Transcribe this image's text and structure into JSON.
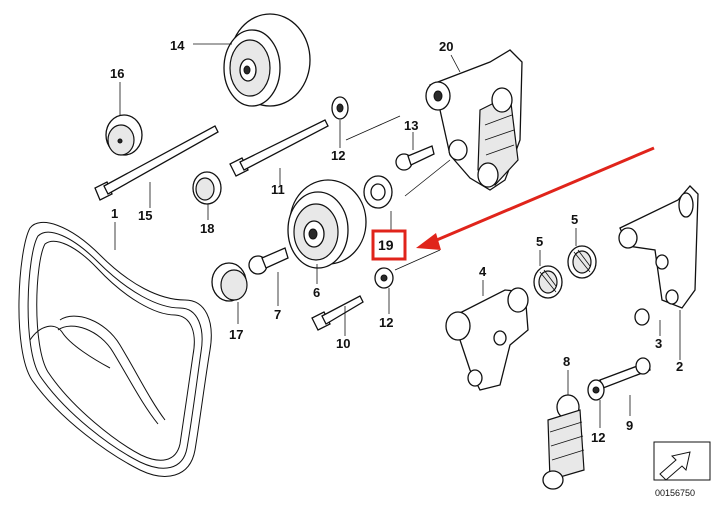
{
  "diagram": {
    "highlight_color": "#e0241b",
    "part_labels": [
      {
        "id": "p1",
        "text": "1"
      },
      {
        "id": "p2",
        "text": "2"
      },
      {
        "id": "p3",
        "text": "3"
      },
      {
        "id": "p4",
        "text": "4"
      },
      {
        "id": "p5a",
        "text": "5"
      },
      {
        "id": "p5b",
        "text": "5"
      },
      {
        "id": "p6",
        "text": "6"
      },
      {
        "id": "p7",
        "text": "7"
      },
      {
        "id": "p8",
        "text": "8"
      },
      {
        "id": "p9",
        "text": "9"
      },
      {
        "id": "p10",
        "text": "10"
      },
      {
        "id": "p11",
        "text": "11"
      },
      {
        "id": "p12a",
        "text": "12"
      },
      {
        "id": "p12b",
        "text": "12"
      },
      {
        "id": "p12c",
        "text": "12"
      },
      {
        "id": "p13",
        "text": "13"
      },
      {
        "id": "p14",
        "text": "14"
      },
      {
        "id": "p15",
        "text": "15"
      },
      {
        "id": "p16",
        "text": "16"
      },
      {
        "id": "p17",
        "text": "17"
      },
      {
        "id": "p18",
        "text": "18"
      },
      {
        "id": "p19",
        "text": "19"
      },
      {
        "id": "p20",
        "text": "20"
      }
    ],
    "highlighted_label": "19",
    "document_number": "00156750"
  }
}
